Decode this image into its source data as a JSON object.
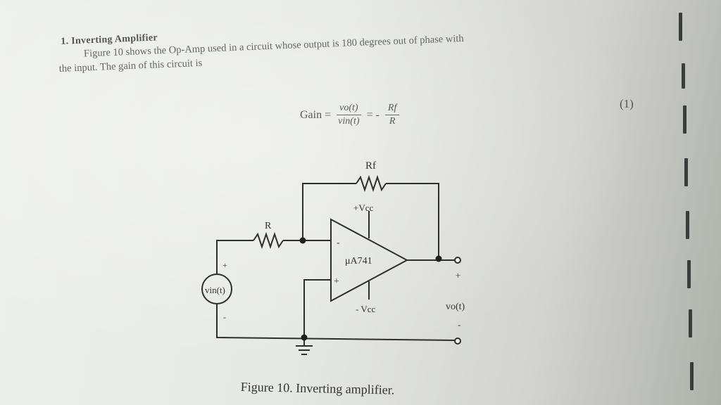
{
  "section": {
    "heading": "1. Inverting Amplifier",
    "line1": "Figure 10 shows the Op-Amp used in a circuit whose output is 180 degrees out of phase with",
    "line2": "the input. The gain of this circuit is"
  },
  "equation": {
    "lhs": "Gain =",
    "frac1_num": "vo(t)",
    "frac1_den": "vin(t)",
    "equals": "= -",
    "frac2_num": "Rf",
    "frac2_den": "R",
    "number": "(1)"
  },
  "circuit": {
    "rf_label": "Rf",
    "r_label": "R",
    "vcc_pos": "+Vcc",
    "vcc_neg": "- Vcc",
    "opamp_label": "μA741",
    "minus_input": "-",
    "plus_input": "+",
    "source_label": "vin(t)",
    "source_plus": "+",
    "source_minus": "-",
    "vout_label": "vo(t)",
    "vout_plus": "+",
    "vout_minus": "-"
  },
  "caption": "Figure 10. Inverting amplifier.",
  "colors": {
    "ink": "#333333",
    "paper": "#e6e8e3"
  }
}
